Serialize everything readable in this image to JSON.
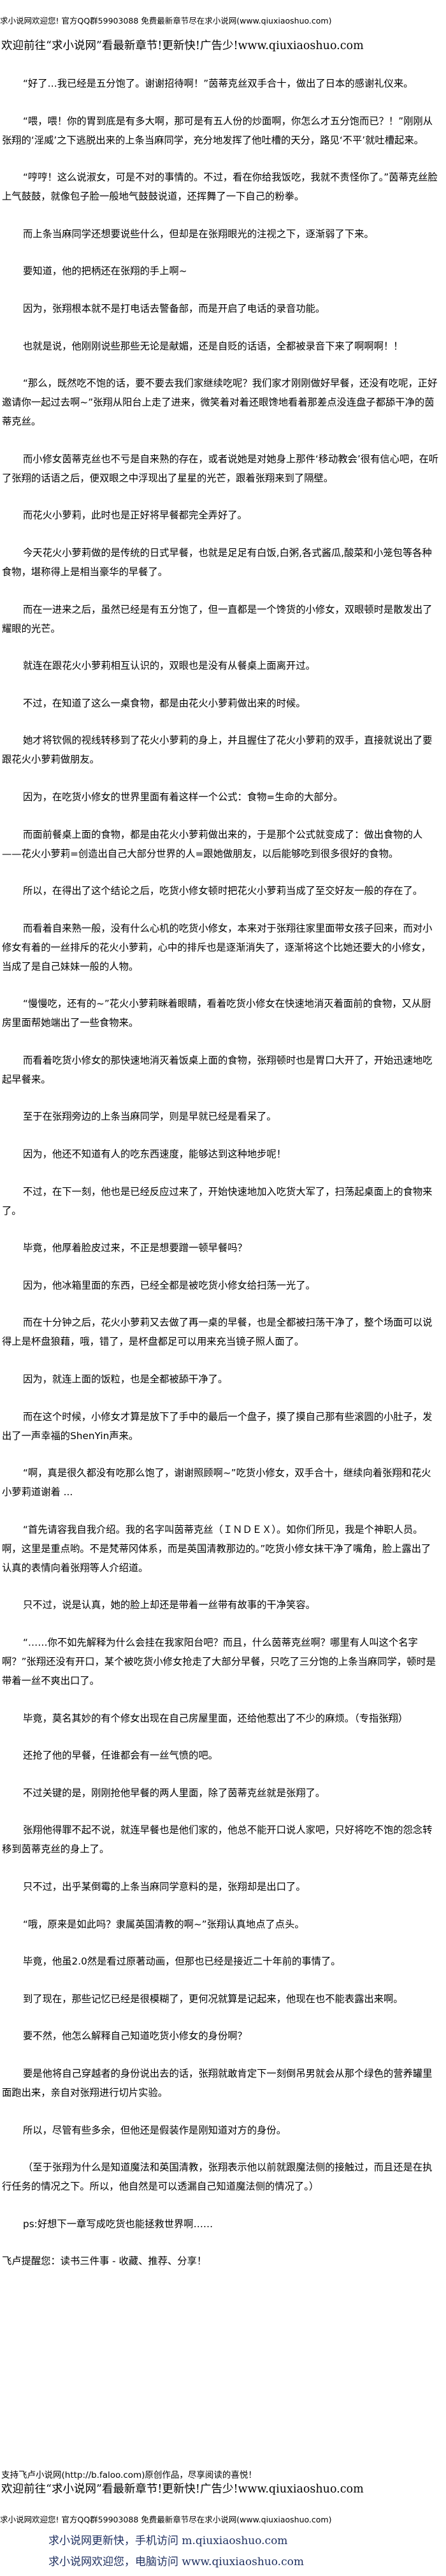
{
  "header": {
    "site_notice": "求小说网欢迎您! 官方QQ群59903088 免费最新章节尽在求小说网(www.qiuxiaoshuo.com)",
    "banner": "欢迎前往“求小说网”看最新章节!更新快!广告少!www.qiuxiaoshuo.com"
  },
  "paragraphs": [
    "“好了…我已经是五分饱了。谢谢招待啊！”茵蒂克丝双手合十，做出了日本的感谢礼仪来。",
    "“喂，喂！你的胃到底是有多大啊，那可是有五人份的炒面啊，你怎么才五分饱而已？！”刚刚从张翔的‘淫威’之下逃脱出来的上条当麻同学，充分地发挥了他吐槽的天分，路见‘不平’就吐槽起来。",
    "“哼哼！这么说淑女，可是不对的事情的。不过，看在你给我饭吃，我就不责怪你了。”茵蒂克丝脸上气鼓鼓，就像包子脸一般地气鼓鼓说道，还挥舞了一下自己的粉拳。",
    "而上条当麻同学还想要说些什么，但却是在张翔眼光的注视之下，逐渐弱了下来。",
    "要知道，他的把柄还在张翔的手上啊~",
    "因为，张翔根本就不是打电话去警备部，而是开启了电话的录音功能。",
    "也就是说，他刚刚说些那些无论是献媚，还是自贬的话语，全都被录音下来了啊啊啊！！",
    "“那么，既然吃不饱的话，要不要去我们家继续吃呢？我们家才刚刚做好早餐，还没有吃呢，正好邀请你一起过去啊~”张翔从阳台上走了进来，微笑着对着还眼馋地看着那差点没连盘子都舔干净的茵蒂克丝。",
    "而小修女茵蒂克丝也不亏是自来熟的存在，或者说她是对她身上那件‘移动教会’很有信心吧，在听了张翔的话语之后，便双眼之中浮现出了星星的光芒，跟着张翔来到了隔壁。",
    "而花火小萝莉，此时也是正好将早餐都完全弄好了。",
    "今天花火小萝莉做的是传统的日式早餐，也就是足足有白饭,白粥,各式酱瓜,酸菜和小笼包等各种食物，堪称得上是相当豪华的早餐了。",
    "而在一进来之后，虽然已经是有五分饱了，但一直都是一个馋货的小修女，双眼顿时是散发出了耀眼的光芒。",
    "就连在跟花火小萝莉相互认识的，双眼也是没有从餐桌上面离开过。",
    "不过，在知道了这么一桌食物，都是由花火小萝莉做出来的时候。",
    "她才将钦佩的视线转移到了花火小萝莉的身上，并且握住了花火小萝莉的双手，直接就说出了要跟花火小萝莉做朋友。",
    "因为，在吃货小修女的世界里面有着这样一个公式：食物=生命的大部分。",
    "而面前餐桌上面的食物，都是由花火小萝莉做出来的，于是那个公式就变成了：做出食物的人——花火小萝莉=创造出自己大部分世界的人=跟她做朋友，以后能够吃到很多很好的食物。",
    "所以，在得出了这个结论之后，吃货小修女顿时把花火小萝莉当成了至交好友一般的存在了。",
    "而看着自来熟一般，没有什么心机的吃货小修女，本来对于张翔往家里面带女孩子回来，而对小修女有着的一丝排斥的花火小萝莉，心中的排斥也是逐渐消失了，逐渐将这个比她还要大的小修女，当成了是自己妹妹一般的人物。",
    "“慢慢吃，还有的~”花火小萝莉眯着眼睛，看着吃货小修女在快速地消灭着面前的食物，又从厨房里面帮她端出了一些食物来。",
    "而看着吃货小修女的那快速地消灭着饭桌上面的食物，张翔顿时也是胃口大开了，开始迅速地吃起早餐来。",
    "至于在张翔旁边的上条当麻同学，则是早就已经是看呆了。",
    "因为，他还不知道有人的吃东西速度，能够达到这种地步呢！",
    "不过，在下一刻，他也是已经反应过来了，开始快速地加入吃货大军了，扫荡起桌面上的食物来了。",
    "毕竟，他厚着脸皮过来，不正是想要蹭一顿早餐吗？",
    "因为，他冰箱里面的东西，已经全都是被吃货小修女给扫荡一光了。",
    "而在十分钟之后，花火小萝莉又去做了再一桌的早餐，也是全都被扫荡干净了，整个场面可以说得上是杯盘狼藉，哦，错了，是杯盘都足可以用来充当镜子照人面了。",
    "因为，就连上面的饭粒，也是全都被舔干净了。",
    "而在这个时候，小修女才算是放下了手中的最后一个盘子，摸了摸自己那有些滚圆的小肚子，发出了一声幸福的ShenYin声来。",
    "“啊，真是很久都没有吃那么饱了，谢谢照顾啊~”吃货小修女，双手合十，继续向着张翔和花火小萝莉道谢着 ...",
    "“首先请容我自我介绍。我的名字叫茵蒂克丝（ＩＮＤＥＸ）。如你们所见，我是个神职人员。啊，这里是重点哟。不是梵蒂冈体系，而是英国清教那边的。”吃货小修女抹干净了嘴角，脸上露出了认真的表情向着张翔等人介绍道。",
    "只不过，说是认真，她的脸上却还是带着一丝带有故事的干净笑容。",
    "“……你不如先解释为什么会挂在我家阳台吧？而且，什么茵蒂克丝啊？哪里有人叫这个名字啊？”张翔还没有开口，某个被吃货小修女抢走了大部分早餐，只吃了三分饱的上条当麻同学，顿时是带着一丝不爽出口了。",
    "毕竟，莫名其妙的有个修女出现在自己房屋里面，还给他惹出了不少的麻烦。（专指张翔）",
    "还抢了他的早餐，任谁都会有一丝气愤的吧。",
    "不过关键的是，刚刚抢他早餐的两人里面，除了茵蒂克丝就是张翔了。",
    "张翔他得罪不起不说，就连早餐也是他们家的，他总不能开口说人家吧，只好将吃不饱的怨念转移到茵蒂克丝的身上了。",
    "只不过，出乎某倒霉的上条当麻同学意料的是，张翔却是出口了。",
    "“哦，原来是如此吗？隶属英国清教的啊~”张翔认真地点了点头。",
    "毕竟，他虽2.0然是看过原著动画，但那也已经是接近二十年前的事情了。",
    "到了现在，那些记忆已经是很模糊了，更何况就算是记起来，他现在也不能表露出来啊。",
    "要不然，他怎么解释自己知道吃货小修女的身份啊？",
    "要是他将自己穿越者的身份说出去的话，张翔就敢肯定下一刻倒吊男就会从那个绿色的营养罐里面跑出来，亲自对张翔进行切片实验。",
    "所以，尽管有些多余，但他还是假装作是刚知道对方的身份。",
    "（至于张翔为什么是知道魔法和英国清教，张翔表示他以前就跟魔法侧的接触过，而且还是在执行任务的情况之下。所以，他自然是可以透漏自己知道魔法侧的情况了。）",
    "ps:好想下一章写成吃货也能拯救世界啊……"
  ],
  "reminder": "飞卢提醒您：读书三件事 - 收藏、推荐、分享！",
  "footer": {
    "support": "支持飞卢小说网(http://b.faloo.com)原创作品，尽享阅读的喜悦！",
    "banner": "欢迎前往“求小说网”看最新章节!更新快!广告少!www.qiuxiaoshuo.com",
    "site_notice": "求小说网欢迎您! 官方QQ群59903088 免费最新章节尽在求小说网(www.qiuxiaoshuo.com)",
    "mobile": "求小说网更新快，手机访问 m.qiuxiaoshuo.com",
    "desktop": "求小说网欢迎您，电脑访问 www.qiuxiaoshuo.com"
  },
  "colors": {
    "text": "#000000",
    "footer_link": "#1c2d5e",
    "background": "#ffffff"
  }
}
